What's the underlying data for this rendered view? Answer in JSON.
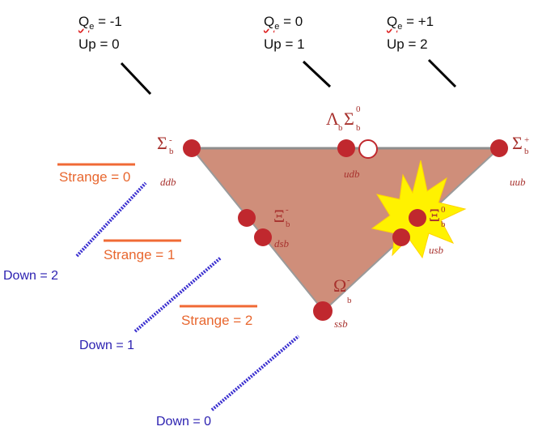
{
  "charge_labels": [
    {
      "charge_sym": "Q",
      "charge_sub": "e",
      "charge_val": "= -1",
      "up": "Up =  0"
    },
    {
      "charge_sym": "Q",
      "charge_sub": "e",
      "charge_val": "= 0",
      "up": "Up = 1"
    },
    {
      "charge_sym": "Q",
      "charge_sub": "e",
      "charge_val": "= +1",
      "up": "Up = 2"
    }
  ],
  "strange_labels": [
    "Strange = 0",
    "Strange = 1",
    "Strange = 2"
  ],
  "down_labels": [
    "Down = 2",
    "Down = 1",
    "Down = 0"
  ],
  "particles": [
    {
      "symbol": "Σ",
      "sup": "-",
      "sub": "b",
      "quarks": "ddb"
    },
    {
      "symbol": "Λ",
      "sub": "b",
      "quarks": "udb"
    },
    {
      "symbol": "Σ",
      "sup": "0",
      "sub": "b",
      "quarks": "udb"
    },
    {
      "symbol": "Σ",
      "sup": "+",
      "sub": "b",
      "quarks": "uub"
    },
    {
      "symbol": "Ξ",
      "sup": "-",
      "sub": "b",
      "quarks": "dsb"
    },
    {
      "symbol": "Ξ",
      "sup": "0",
      "sub": "b",
      "quarks": "usb"
    },
    {
      "symbol": "Ω",
      "sup": "-",
      "sub": "b",
      "quarks": "ssb"
    }
  ],
  "colors": {
    "triangle_fill": "#cf8e7a",
    "particle": "#c0282e",
    "particle_label": "#a8322e",
    "strange_line": "#f06a35",
    "down_line": "#3a2fcf",
    "star": "#fff200"
  }
}
